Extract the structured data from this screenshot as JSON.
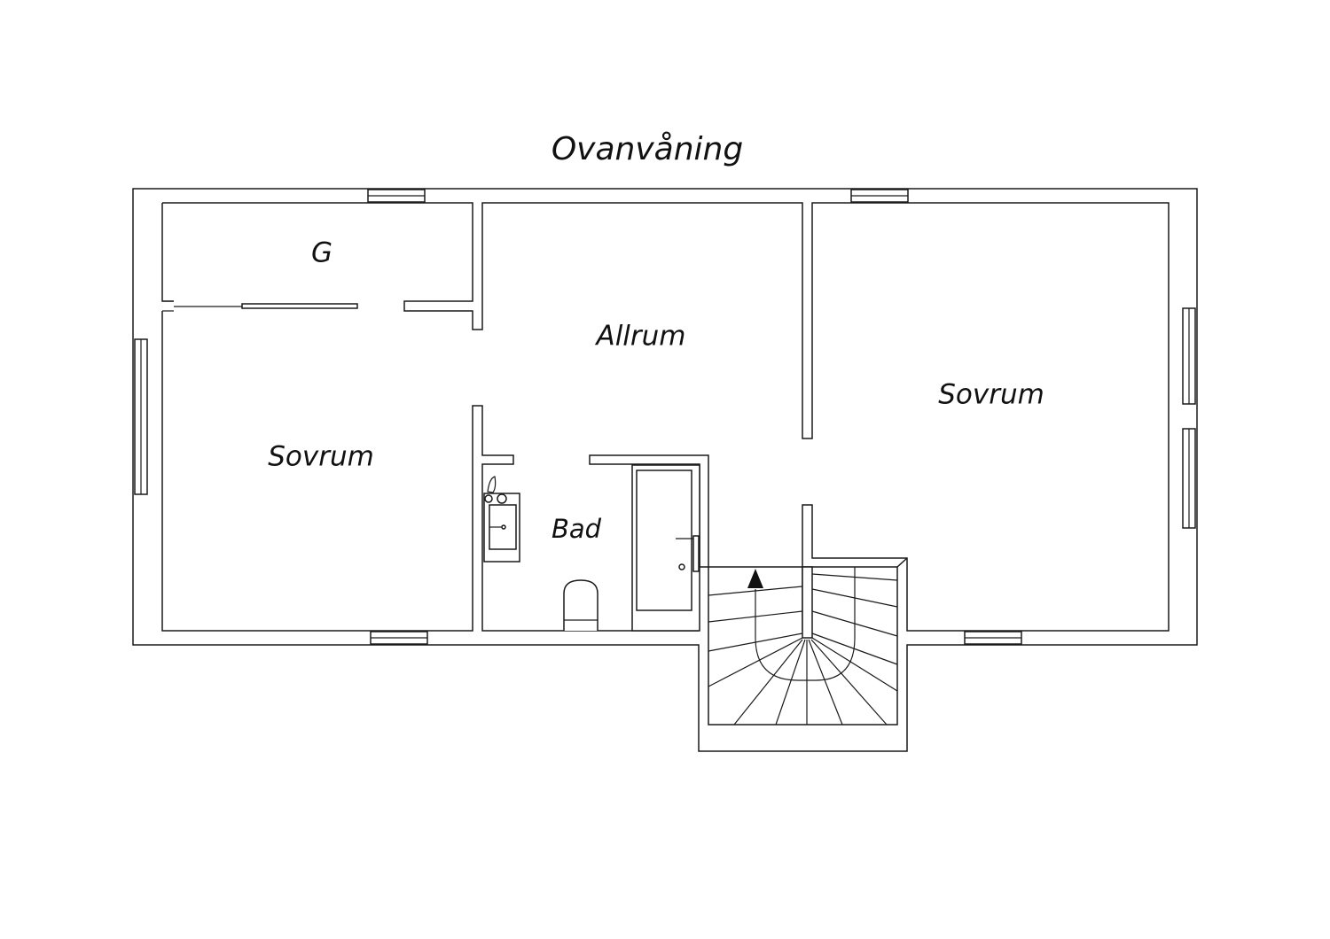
{
  "plan": {
    "title": "Ovanvåning",
    "rooms": {
      "closet": "G",
      "bedroom_left": "Sovrum",
      "living": "Allrum",
      "bedroom_right": "Sovrum",
      "bathroom": "Bad"
    },
    "stair_direction": "up"
  },
  "colors": {
    "line": "#1a1a1a",
    "background": "#ffffff"
  }
}
